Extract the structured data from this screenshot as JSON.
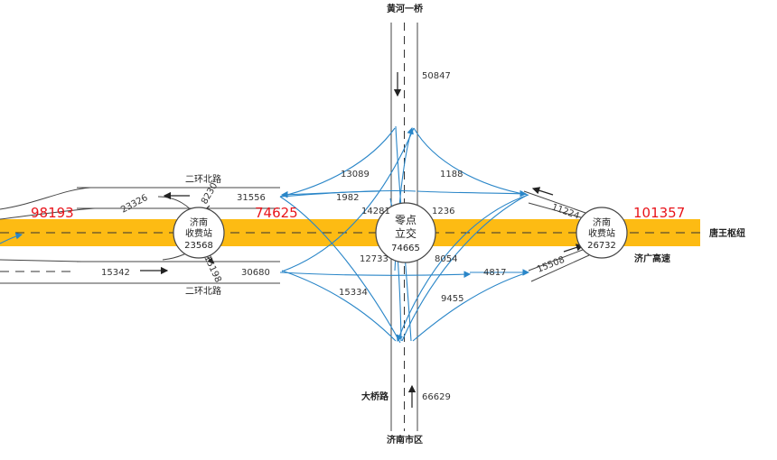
{
  "labels": {
    "north": "黄河一桥",
    "south_road": "大桥路",
    "south": "济南市区",
    "east": "唐王枢纽",
    "east_highway": "济广高速",
    "erhuan_top": "二环北路",
    "erhuan_bottom": "二环北路"
  },
  "segments": {
    "west": "98193",
    "middle": "74625",
    "east": "101357"
  },
  "nodes": {
    "west_toll": {
      "line1": "济南",
      "line2": "收费站",
      "value": "23568"
    },
    "center": {
      "line1": "零点",
      "line2": "立交",
      "value": "74665"
    },
    "east_toll": {
      "line1": "济南",
      "line2": "收费站",
      "value": "26732"
    }
  },
  "flows": {
    "north_in": "50847",
    "south_in": "66629",
    "nw_ramp": "13089",
    "west_arrow": "1982",
    "ne_ramp": "1188",
    "center_ul": "14281",
    "center_ur": "1236",
    "center_ll": "12733",
    "center_lr": "8054",
    "sw_ramp": "15334",
    "se_h": "4817",
    "se_ramp": "9455",
    "west_top_out": "31556",
    "west_bottom_in": "30680",
    "west_diag_top": "23326",
    "west_small_top": "8230",
    "west_small_bottom": "15198",
    "west_bottom_left": "15342",
    "east_top_ramp": "11224",
    "east_bottom_ramp": "15508"
  }
}
